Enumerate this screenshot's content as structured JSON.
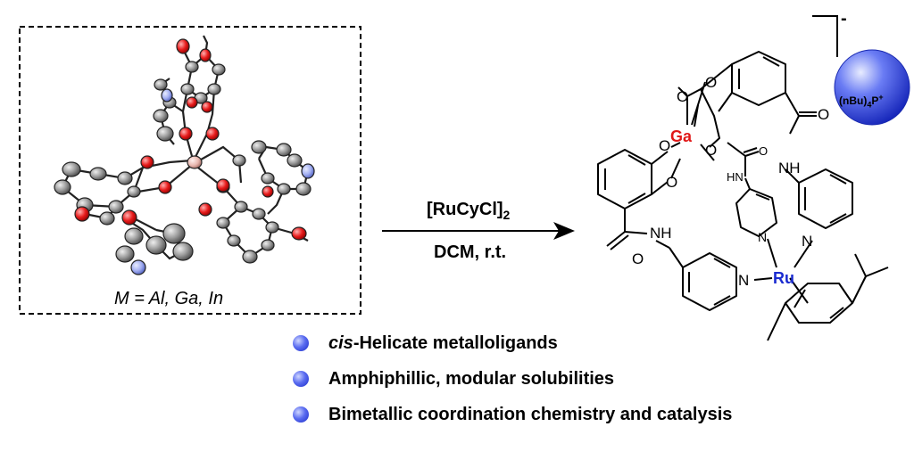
{
  "crystal_panel": {
    "caption": "M = Al, Ga, In"
  },
  "reaction": {
    "reagent_main": "[RuCyCl]",
    "reagent_sub": "2",
    "conditions": "DCM, r.t."
  },
  "counterion": {
    "label_main": "(nBu)",
    "label_sub": "4",
    "label_p": "P",
    "label_sup": "+",
    "charge": "-"
  },
  "product_atoms": {
    "ga": "Ga",
    "ru": "Ru",
    "o": "O",
    "nh": "NH",
    "hn": "HN",
    "n": "N"
  },
  "bullets": [
    {
      "italic_prefix": "cis",
      "text": "-Helicate metalloligands"
    },
    {
      "italic_prefix": "",
      "text": "Amphiphillic, modular solubilities"
    },
    {
      "italic_prefix": "",
      "text": "Bimetallic coordination chemistry and catalysis"
    }
  ],
  "colors": {
    "oxygen": "#e01818",
    "nitrogen": "#9aa6ee",
    "carbon": "#8a8a8a",
    "metal": "#e8b8b0",
    "ga_label": "#e01818",
    "ru_label": "#1a2bd0",
    "bullet": "#3040e0"
  }
}
